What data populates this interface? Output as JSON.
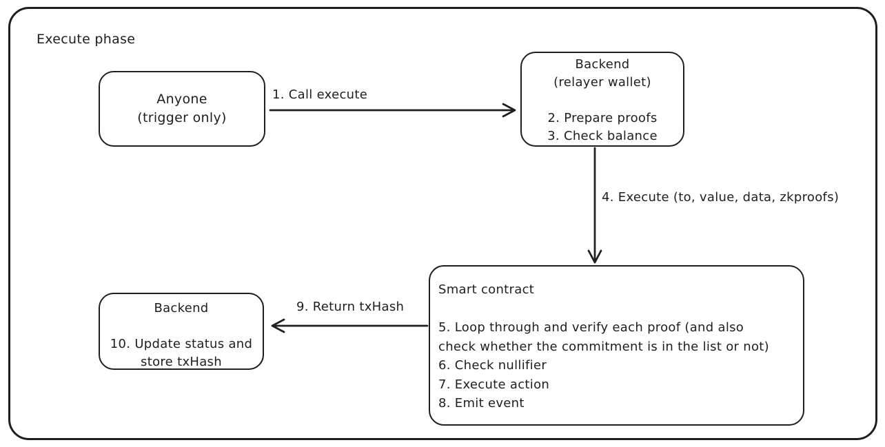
{
  "diagram": {
    "title": "Execute phase",
    "colors": {
      "stroke": "#1e1e1e",
      "background": "#ffffff"
    },
    "nodes": {
      "anyone": {
        "lines": [
          "Anyone",
          "(trigger only)"
        ]
      },
      "backend_top": {
        "lines": [
          "Backend",
          "(relayer wallet)",
          "",
          "2. Prepare proofs",
          "3. Check balance"
        ]
      },
      "smart_contract": {
        "lines": [
          "Smart contract",
          "",
          "5. Loop through and verify each proof (and also",
          "check whether the commitment is in the list or not)",
          "6. Check nullifier",
          "7. Execute action",
          "8. Emit event"
        ]
      },
      "backend_bottom": {
        "lines": [
          "Backend",
          "",
          "10. Update status and",
          "store txHash"
        ]
      }
    },
    "arrows": {
      "call_execute": {
        "label": "1. Call execute"
      },
      "execute": {
        "label": "4. Execute (to, value, data, zkproofs)"
      },
      "return_txhash": {
        "label": "9. Return txHash"
      }
    }
  }
}
